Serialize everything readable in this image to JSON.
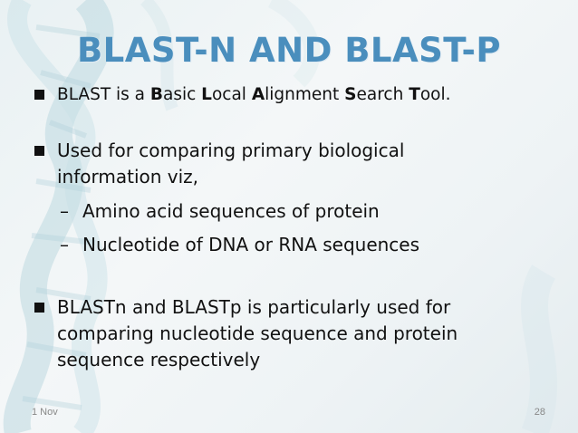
{
  "slide": {
    "title": "BLAST-N AND BLAST-P",
    "bullets": [
      {
        "parts": [
          {
            "t": "BLAST is a ",
            "b": false
          },
          {
            "t": "B",
            "b": true
          },
          {
            "t": "asic ",
            "b": false
          },
          {
            "t": "L",
            "b": true
          },
          {
            "t": "ocal ",
            "b": false
          },
          {
            "t": "A",
            "b": true
          },
          {
            "t": "lignment ",
            "b": false
          },
          {
            "t": "S",
            "b": true
          },
          {
            "t": "earch ",
            "b": false
          },
          {
            "t": "T",
            "b": true
          },
          {
            "t": "ool.",
            "b": false
          }
        ]
      },
      {
        "line1": "Used for comparing primary biological",
        "line2": "information viz,",
        "subs": [
          "Amino acid sequences of protein",
          "Nucleotide of DNA or RNA sequences"
        ]
      },
      {
        "line1": "BLASTn and BLASTp is particularly used for",
        "line2": "comparing nucleotide sequence and protein",
        "line3": "sequence respectively"
      }
    ],
    "dash": "–",
    "footer_date": "1 Nov",
    "page_number": "28"
  }
}
